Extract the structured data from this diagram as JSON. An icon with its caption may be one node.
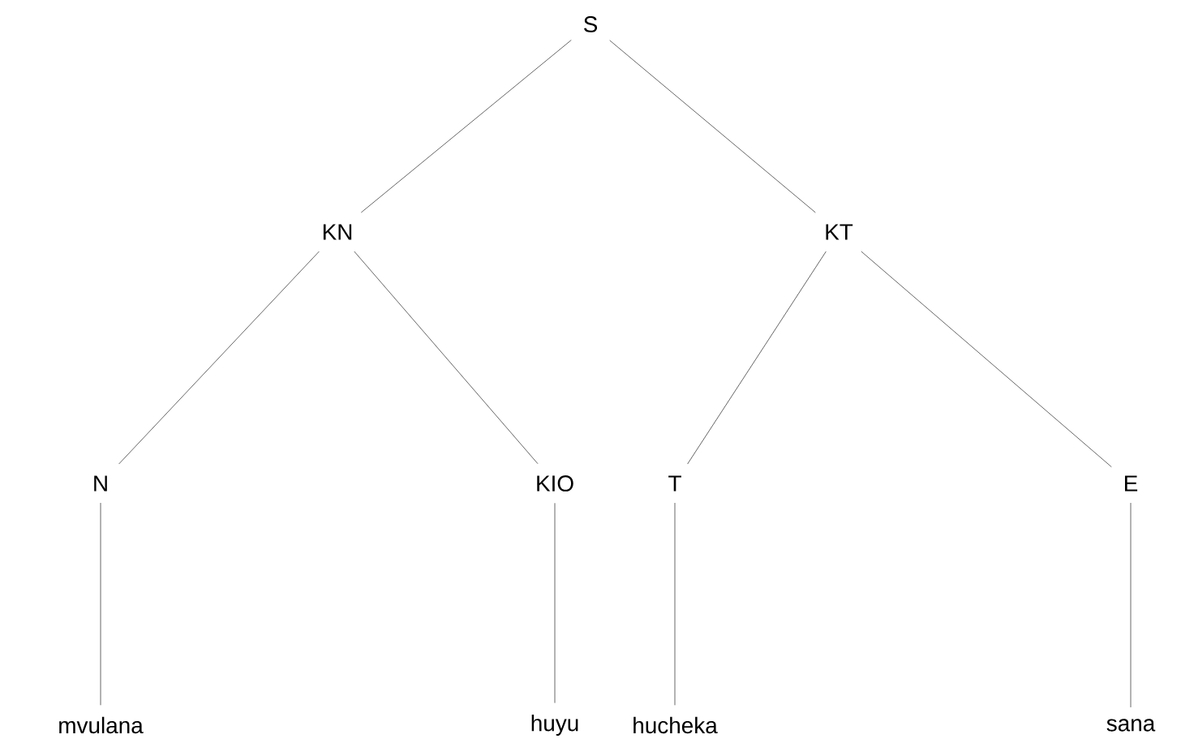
{
  "diagram": {
    "nodes": [
      {
        "text": [
          "S"
        ]
      },
      {
        "text": [
          "KN"
        ]
      },
      {
        "text": [
          "KT"
        ]
      },
      {
        "text": [
          "N"
        ]
      },
      {
        "text": [
          "KIO"
        ]
      },
      {
        "text": [
          "T"
        ]
      },
      {
        "text": [
          "E"
        ]
      },
      {
        "text": [
          "mvulana"
        ]
      },
      {
        "text": [
          "huyu"
        ]
      },
      {
        "text": [
          "hucheka"
        ]
      },
      {
        "text": [
          "sana"
        ]
      }
    ],
    "edges": [
      {
        "from": 0,
        "to": 1,
        "arrow": "none"
      },
      {
        "from": 0,
        "to": 2,
        "arrow": "none"
      },
      {
        "from": 1,
        "to": 3,
        "arrow": "none"
      },
      {
        "from": 1,
        "to": 4,
        "arrow": "none"
      },
      {
        "from": 2,
        "to": 5,
        "arrow": "none"
      },
      {
        "from": 2,
        "to": 6,
        "arrow": "none"
      },
      {
        "from": 3,
        "to": 7,
        "arrow": "none"
      },
      {
        "from": 4,
        "to": 8,
        "arrow": "none"
      },
      {
        "from": 5,
        "to": 9,
        "arrow": "none"
      },
      {
        "from": 6,
        "to": 10,
        "arrow": "none"
      }
    ]
  }
}
